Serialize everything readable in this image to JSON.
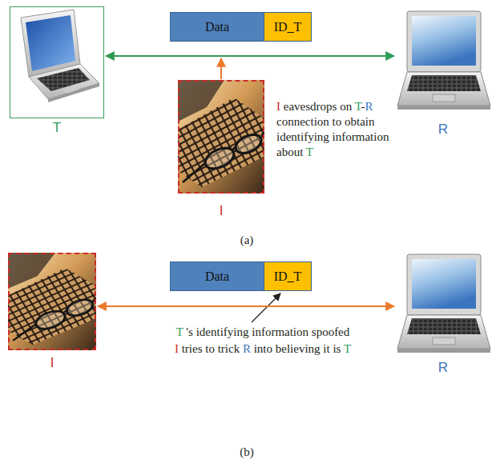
{
  "diagram": {
    "nodes": [
      {
        "text": [
          "T"
        ]
      },
      {
        "text": [
          "Data"
        ]
      },
      {
        "text": [
          "ID_T"
        ]
      },
      {
        "text": [
          "R"
        ]
      },
      {
        "text": [
          "I"
        ]
      },
      {
        "text": [
          "I"
        ]
      },
      {
        "text": [
          "Data"
        ]
      },
      {
        "text": [
          "ID_T"
        ]
      },
      {
        "text": [
          "R"
        ]
      }
    ],
    "edges": [
      {
        "from": 0,
        "to": 3,
        "arrow": "both"
      },
      {
        "from": 5,
        "to": 8,
        "arrow": "both"
      }
    ],
    "labels": [
      "I eavesdrops on T-R connection to obtain identifying information about T",
      "(a)",
      "T 's identifying information spoofed",
      "I tries to trick R into believing it is T",
      "(b)"
    ]
  }
}
